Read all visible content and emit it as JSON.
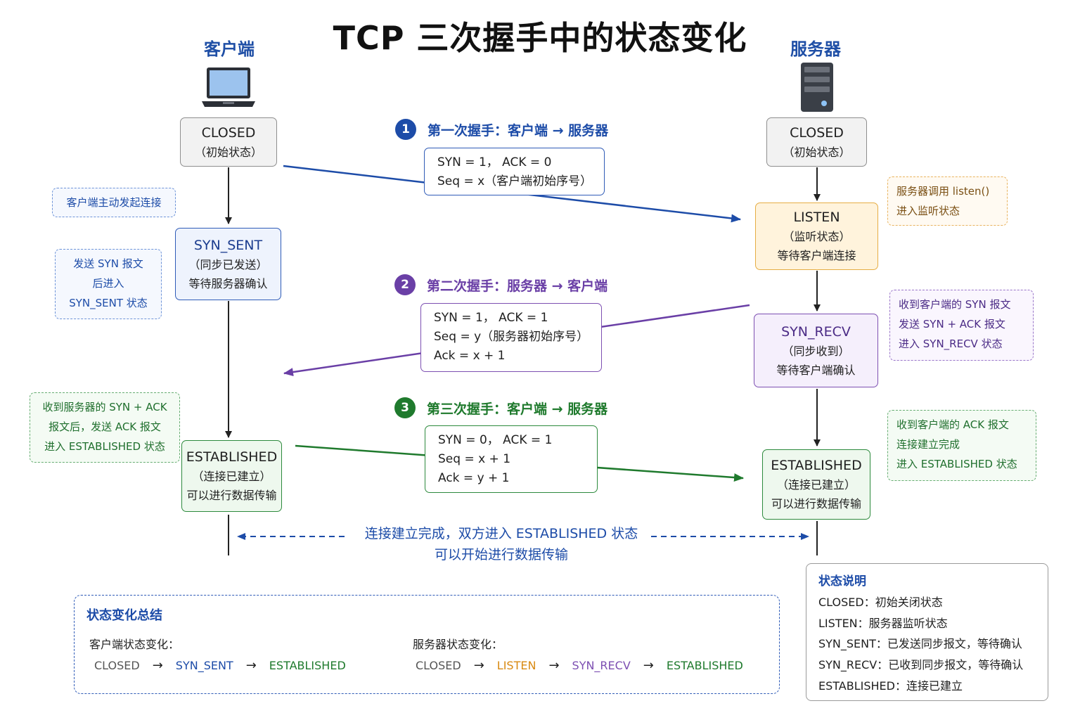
{
  "title": "TCP 三次握手中的状态变化",
  "client": {
    "label": "客户端",
    "states": [
      {
        "name": "CLOSED",
        "sub": [
          "（初始状态）"
        ]
      },
      {
        "name": "SYN_SENT",
        "sub": [
          "（同步已发送）",
          "等待服务器确认"
        ]
      },
      {
        "name": "ESTABLISHED",
        "sub": [
          "（连接已建立）",
          "可以进行数据传输"
        ]
      }
    ],
    "notes": [
      [
        "客户端主动发起连接"
      ],
      [
        "发送 SYN 报文",
        "后进入",
        "SYN_SENT 状态"
      ],
      [
        "收到服务器的 SYN + ACK",
        "报文后，发送 ACK 报文",
        "进入 ESTABLISHED 状态"
      ]
    ]
  },
  "server": {
    "label": "服务器",
    "states": [
      {
        "name": "CLOSED",
        "sub": [
          "（初始状态）"
        ]
      },
      {
        "name": "LISTEN",
        "sub": [
          "（监听状态）",
          "等待客户端连接"
        ]
      },
      {
        "name": "SYN_RECV",
        "sub": [
          "（同步收到）",
          "等待客户端确认"
        ]
      },
      {
        "name": "ESTABLISHED",
        "sub": [
          "（连接已建立）",
          "可以进行数据传输"
        ]
      }
    ],
    "notes": [
      [
        "服务器调用 listen()",
        "进入监听状态"
      ],
      [
        "收到客户端的 SYN 报文",
        "发送 SYN + ACK 报文",
        "进入 SYN_RECV 状态"
      ],
      [
        "收到客户端的 ACK 报文",
        "连接建立完成",
        "进入 ESTABLISHED 状态"
      ]
    ]
  },
  "steps": [
    {
      "num": "1",
      "title": "第一次握手：客户端 → 服务器",
      "lines": [
        "SYN = 1， ACK = 0",
        "Seq = x（客户端初始序号）"
      ],
      "color": "#1d4ca8"
    },
    {
      "num": "2",
      "title": "第二次握手：服务器 → 客户端",
      "lines": [
        "SYN = 1， ACK = 1",
        "Seq = y（服务器初始序号）",
        "Ack = x + 1"
      ],
      "color": "#6a3fa6"
    },
    {
      "num": "3",
      "title": "第三次握手：客户端 → 服务器",
      "lines": [
        "SYN = 0， ACK = 1",
        "Seq = x + 1",
        "Ack = y + 1"
      ],
      "color": "#1f7a2d"
    }
  ],
  "completion": {
    "line1": "连接建立完成，双方进入 ESTABLISHED 状态",
    "line2": "可以开始进行数据传输"
  },
  "summary": {
    "title": "状态变化总结",
    "client_label": "客户端状态变化：",
    "client_flow": [
      "CLOSED",
      "SYN_SENT",
      "ESTABLISHED"
    ],
    "server_label": "服务器状态变化：",
    "server_flow": [
      "CLOSED",
      "LISTEN",
      "SYN_RECV",
      "ESTABLISHED"
    ],
    "arrow": "→"
  },
  "legend": {
    "title": "状态说明",
    "items": [
      "CLOSED：初始关闭状态",
      "LISTEN：服务器监听状态",
      "SYN_SENT：已发送同步报文，等待确认",
      "SYN_RECV：已收到同步报文，等待确认",
      "ESTABLISHED：连接已建立"
    ]
  },
  "colors": {
    "blue": "#1d4ca8",
    "purple": "#6a3fa6",
    "green": "#1f7a2d",
    "orange": "#e6ad44"
  }
}
